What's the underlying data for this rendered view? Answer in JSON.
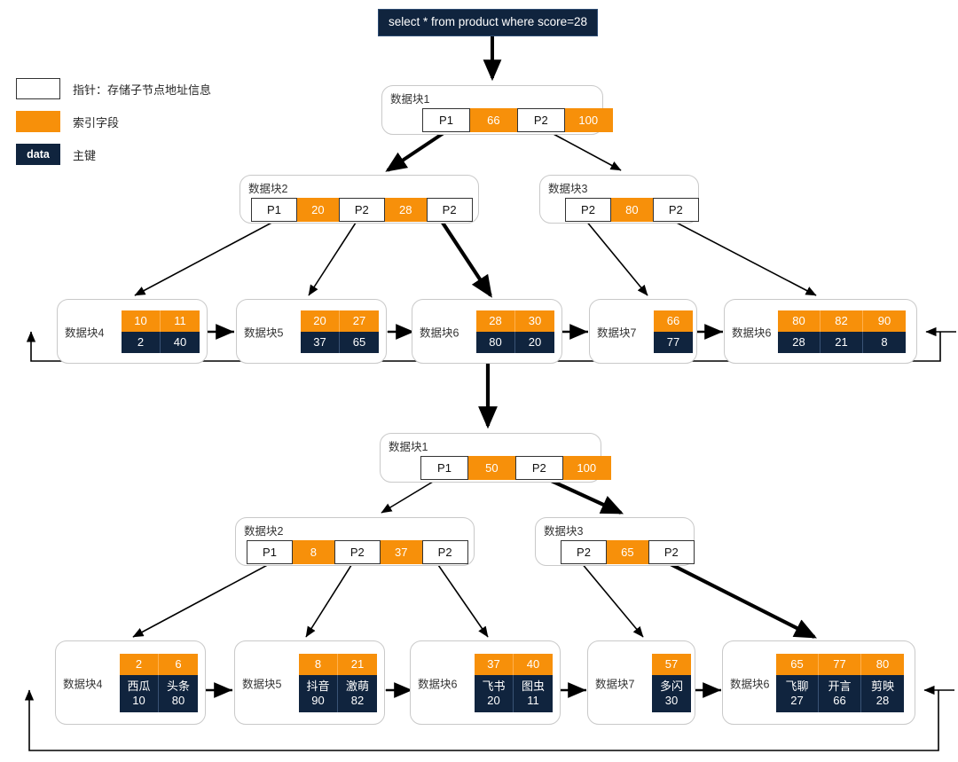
{
  "query": {
    "text": "select * from product where score=28"
  },
  "legend": {
    "items": [
      {
        "swatch": "pointer-swatch",
        "swatch_text": "",
        "label": "指针：存储子节点地址信息"
      },
      {
        "swatch": "index-swatch",
        "swatch_text": "",
        "label": "索引字段"
      },
      {
        "swatch": "data-swatch",
        "swatch_text": "data",
        "label": "主键"
      }
    ]
  },
  "colors": {
    "index_orange": "#f7900a",
    "data_navy": "#10243e",
    "node_border": "#c9c9c9",
    "pointer_border": "#333333",
    "background": "#ffffff"
  },
  "tree1": {
    "root": {
      "label": "数据块1",
      "cells": [
        {
          "type": "ptr",
          "text": "P1"
        },
        {
          "type": "key",
          "text": "66"
        },
        {
          "type": "ptr",
          "text": "P2"
        },
        {
          "type": "key",
          "text": "100"
        }
      ]
    },
    "internal": [
      {
        "label": "数据块2",
        "cells": [
          {
            "type": "ptr",
            "text": "P1"
          },
          {
            "type": "key",
            "text": "20"
          },
          {
            "type": "ptr",
            "text": "P2"
          },
          {
            "type": "key",
            "text": "28"
          },
          {
            "type": "ptr",
            "text": "P2"
          }
        ]
      },
      {
        "label": "数据块3",
        "cells": [
          {
            "type": "ptr",
            "text": "P2"
          },
          {
            "type": "key",
            "text": "80"
          },
          {
            "type": "ptr",
            "text": "P2"
          }
        ]
      }
    ],
    "leaves": [
      {
        "label": "数据块4",
        "keys": [
          "10",
          "11"
        ],
        "values": [
          "2",
          "40"
        ]
      },
      {
        "label": "数据块5",
        "keys": [
          "20",
          "27"
        ],
        "values": [
          "37",
          "65"
        ]
      },
      {
        "label": "数据块6",
        "keys": [
          "28",
          "30"
        ],
        "values": [
          "80",
          "20"
        ]
      },
      {
        "label": "数据块7",
        "keys": [
          "66"
        ],
        "values": [
          "77"
        ]
      },
      {
        "label": "数据块6",
        "keys": [
          "80",
          "82",
          "90"
        ],
        "values": [
          "28",
          "21",
          "8"
        ]
      }
    ]
  },
  "tree2": {
    "root": {
      "label": "数据块1",
      "cells": [
        {
          "type": "ptr",
          "text": "P1"
        },
        {
          "type": "key",
          "text": "50"
        },
        {
          "type": "ptr",
          "text": "P2"
        },
        {
          "type": "key",
          "text": "100"
        }
      ]
    },
    "internal": [
      {
        "label": "数据块2",
        "cells": [
          {
            "type": "ptr",
            "text": "P1"
          },
          {
            "type": "key",
            "text": "8"
          },
          {
            "type": "ptr",
            "text": "P2"
          },
          {
            "type": "key",
            "text": "37"
          },
          {
            "type": "ptr",
            "text": "P2"
          }
        ]
      },
      {
        "label": "数据块3",
        "cells": [
          {
            "type": "ptr",
            "text": "P2"
          },
          {
            "type": "key",
            "text": "65"
          },
          {
            "type": "ptr",
            "text": "P2"
          }
        ]
      }
    ],
    "leaves": [
      {
        "label": "数据块4",
        "keys": [
          "2",
          "6"
        ],
        "records": [
          {
            "name": "西瓜",
            "num": "10"
          },
          {
            "name": "头条",
            "num": "80"
          }
        ]
      },
      {
        "label": "数据块5",
        "keys": [
          "8",
          "21"
        ],
        "records": [
          {
            "name": "抖音",
            "num": "90"
          },
          {
            "name": "激萌",
            "num": "82"
          }
        ]
      },
      {
        "label": "数据块6",
        "keys": [
          "37",
          "40"
        ],
        "records": [
          {
            "name": "飞书",
            "num": "20"
          },
          {
            "name": "图虫",
            "num": "11"
          }
        ]
      },
      {
        "label": "数据块7",
        "keys": [
          "57"
        ],
        "records": [
          {
            "name": "多闪",
            "num": "30"
          }
        ]
      },
      {
        "label": "数据块6",
        "keys": [
          "65",
          "77",
          "80"
        ],
        "records": [
          {
            "name": "飞聊",
            "num": "27"
          },
          {
            "name": "开言",
            "num": "66"
          },
          {
            "name": "剪映",
            "num": "28"
          }
        ]
      }
    ]
  }
}
